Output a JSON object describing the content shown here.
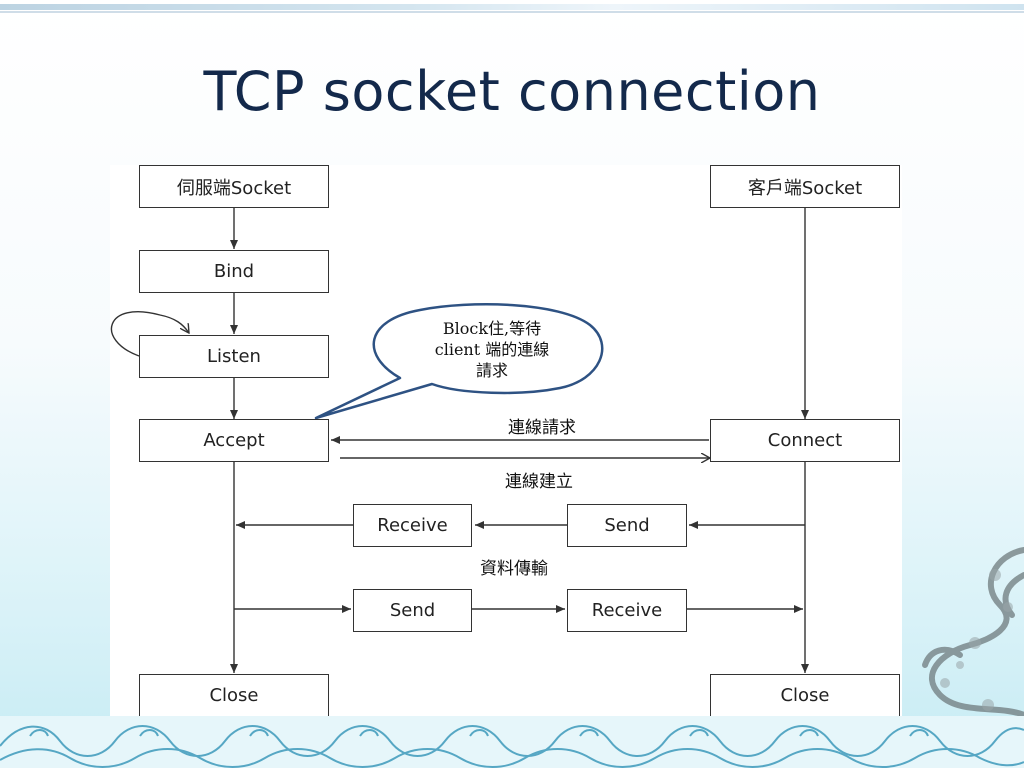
{
  "slide": {
    "title": "TCP socket connection"
  },
  "diagram": {
    "server_socket": "伺服端Socket",
    "client_socket": "客戶端Socket",
    "bind": "Bind",
    "listen": "Listen",
    "accept": "Accept",
    "connect": "Connect",
    "server_receive": "Receive",
    "client_send": "Send",
    "server_send": "Send",
    "client_receive": "Receive",
    "server_close": "Close",
    "client_close": "Close",
    "callout": {
      "line1": "Block住,等待",
      "line2": "client 端的連線",
      "line3": "請求"
    },
    "connection_request": "連線請求",
    "connection_established": "連線建立",
    "data_transfer": "資料傳輸"
  },
  "colors": {
    "title": "#13294b",
    "callout_border": "#2e5283",
    "lines": "#333333"
  },
  "decor": {
    "bottom": "sea-wave-pattern",
    "corner": "dragon-illustration"
  }
}
